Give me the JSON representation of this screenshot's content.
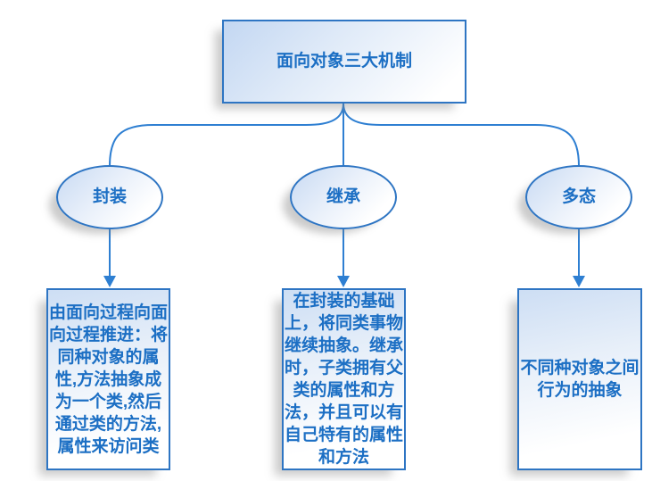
{
  "diagram": {
    "type": "tree-flowchart",
    "root": {
      "label": "面向对象三大机制"
    },
    "branches": [
      {
        "id": "encapsulation",
        "label": "封装",
        "description": "由面向过程向面向过程推进：将同种对象的属性,方法抽象成为一个类,然后通过类的方法,属性来访问类"
      },
      {
        "id": "inheritance",
        "label": "继承",
        "description": "在封装的基础上，将同类事物继续抽象。继承时，子类拥有父类的属性和方法，并且可以有自己特有的属性和方法"
      },
      {
        "id": "polymorphism",
        "label": "多态",
        "description": "不同种对象之间行为的抽象"
      }
    ],
    "colors": {
      "connector_line": "#2e7fd2",
      "shape_border": "#2e75c3",
      "text": "#1c6fc4",
      "fill_light_blue": "#c9dbf3",
      "fill_white": "#ffffff"
    }
  }
}
